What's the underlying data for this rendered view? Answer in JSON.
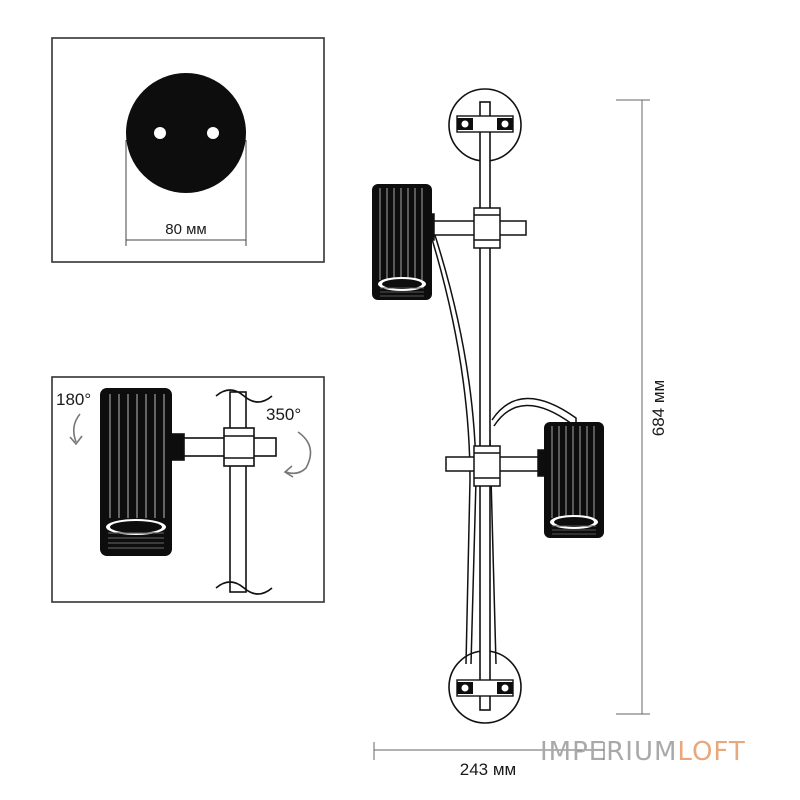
{
  "labels": {
    "mount_diameter": "80 мм",
    "height": "684 мм",
    "width": "243 мм",
    "tilt_angle": "180°",
    "rotate_angle": "350°"
  },
  "watermark": {
    "part_1": "IMPERIUM",
    "part_2": "LOFT"
  },
  "colors": {
    "line": "#111111",
    "fill": "#0d0d0d",
    "frame": "#333333",
    "watermark_gray": "#a9a9a9",
    "watermark_orange": "#e8a87c"
  },
  "icons": {
    "tilt_arrow": "curved-arrow-down-icon",
    "rotate_arrow": "curved-arrow-rotate-icon"
  }
}
